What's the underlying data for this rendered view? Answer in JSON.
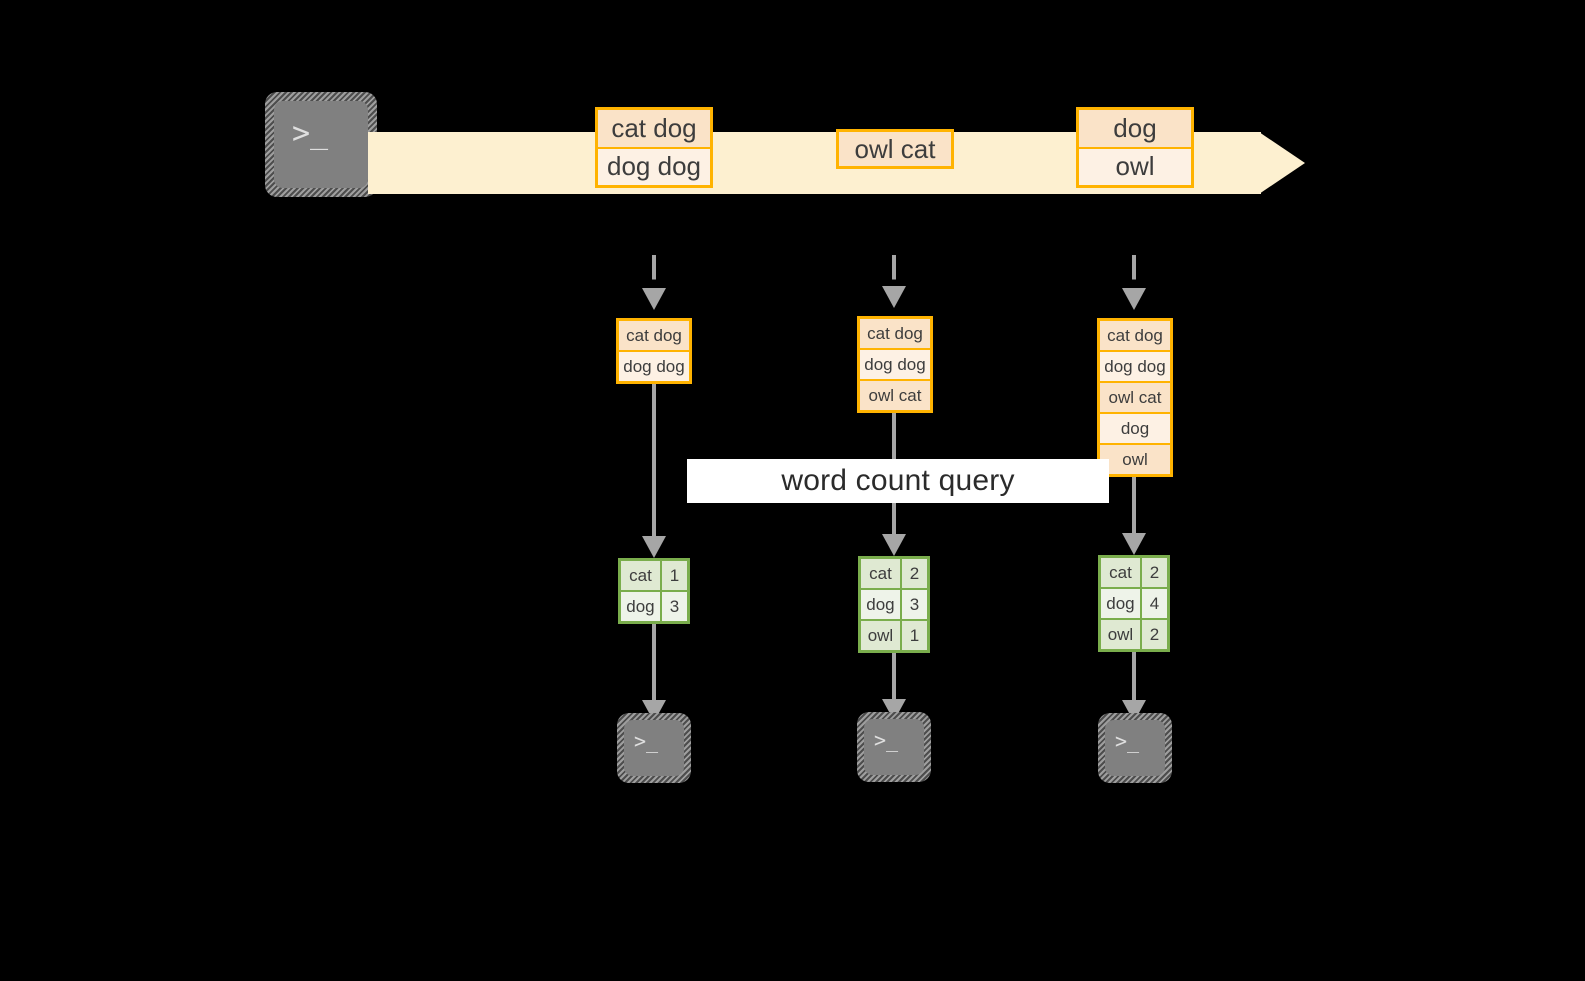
{
  "colors": {
    "background": "#000000",
    "stream_fill": "#fdf0d0",
    "msg_border": "#ffb300",
    "msg_fill": "#fae3c8",
    "msg_fill_alt": "#fdf1e4",
    "result_border": "#7aad4c",
    "result_fill": "#dfe9d2",
    "result_fill_alt": "#eef3e9",
    "connector": "#a6a6a6",
    "terminal_fill": "#808080",
    "text": "#3d3d3d"
  },
  "producer": {
    "icon": "terminal-prompt-icon",
    "glyph": ">_"
  },
  "stream": {
    "name": "event-stream-arrow",
    "messages": [
      {
        "id": "msg-1",
        "cells": [
          "cat dog",
          "dog dog"
        ]
      },
      {
        "id": "msg-2",
        "cells": [
          "owl cat"
        ]
      },
      {
        "id": "msg-3",
        "cells": [
          "dog",
          "owl"
        ]
      }
    ]
  },
  "query": {
    "label": "word count query"
  },
  "snapshots": [
    {
      "id": "snapshot-1",
      "state": [
        "cat dog",
        "dog dog"
      ],
      "result": {
        "rows": [
          {
            "word": "cat",
            "count": "1"
          },
          {
            "word": "dog",
            "count": "3"
          }
        ]
      },
      "consumer": {
        "icon": "terminal-prompt-icon",
        "glyph": ">_"
      }
    },
    {
      "id": "snapshot-2",
      "state": [
        "cat dog",
        "dog dog",
        "owl cat"
      ],
      "result": {
        "rows": [
          {
            "word": "cat",
            "count": "2"
          },
          {
            "word": "dog",
            "count": "3"
          },
          {
            "word": "owl",
            "count": "1"
          }
        ]
      },
      "consumer": {
        "icon": "terminal-prompt-icon",
        "glyph": ">_"
      }
    },
    {
      "id": "snapshot-3",
      "state": [
        "cat dog",
        "dog dog",
        "owl cat",
        "dog",
        "owl"
      ],
      "result": {
        "rows": [
          {
            "word": "cat",
            "count": "2"
          },
          {
            "word": "dog",
            "count": "4"
          },
          {
            "word": "owl",
            "count": "2"
          }
        ]
      },
      "consumer": {
        "icon": "terminal-prompt-icon",
        "glyph": ">_"
      }
    }
  ]
}
